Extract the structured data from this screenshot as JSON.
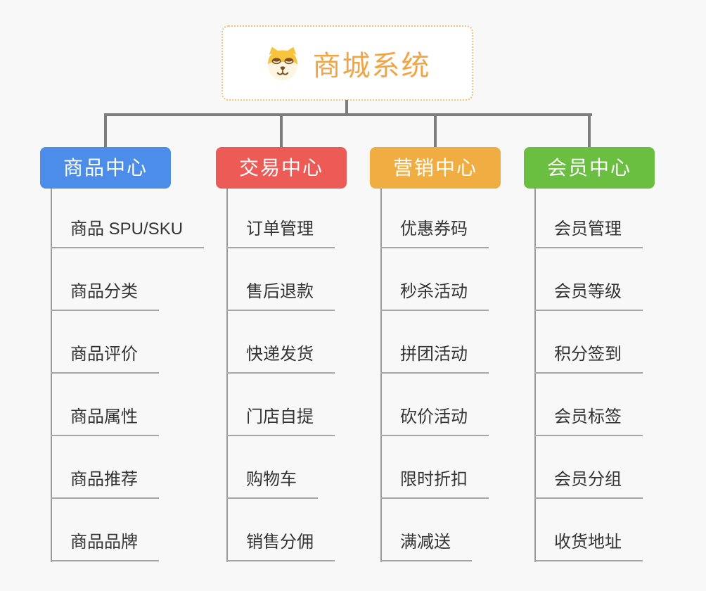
{
  "root": {
    "title": "商城系统",
    "icon": "dog-face-icon",
    "title_color": "#f0a644",
    "border_color": "#f3c178"
  },
  "connector_color": "#7d7d7d",
  "branches": [
    {
      "label": "商品中心",
      "color": "#4b8de9",
      "items": [
        "商品 SPU/SKU",
        "商品分类",
        "商品评价",
        "商品属性",
        "商品推荐",
        "商品品牌"
      ]
    },
    {
      "label": "交易中心",
      "color": "#ec5b55",
      "items": [
        "订单管理",
        "售后退款",
        "快递发货",
        "门店自提",
        "购物车",
        "销售分佣"
      ]
    },
    {
      "label": "营销中心",
      "color": "#efad42",
      "items": [
        "优惠券码",
        "秒杀活动",
        "拼团活动",
        "砍价活动",
        "限时折扣",
        "满减送"
      ]
    },
    {
      "label": "会员中心",
      "color": "#6abf41",
      "items": [
        "会员管理",
        "会员等级",
        "积分签到",
        "会员标签",
        "会员分组",
        "收货地址"
      ]
    }
  ]
}
